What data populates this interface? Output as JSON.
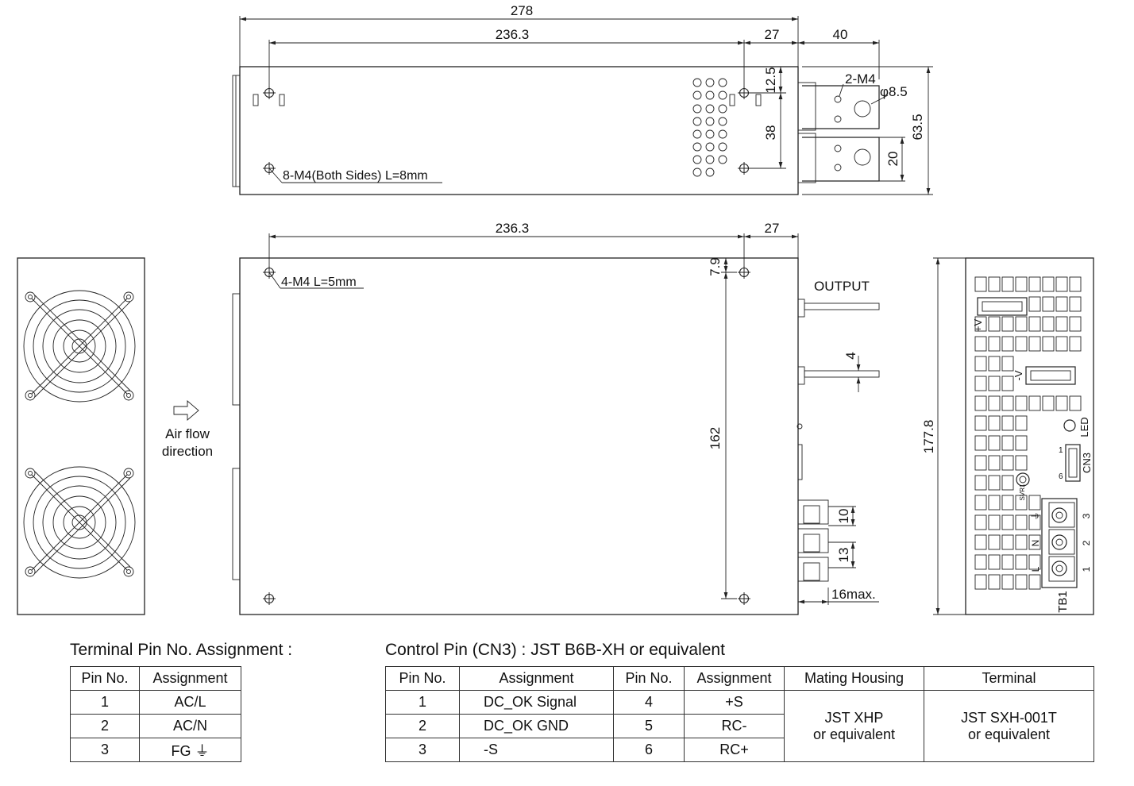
{
  "drawing": {
    "top_view": {
      "dims": {
        "overall": "278",
        "holes": "236.3",
        "end": "27",
        "terminal_len": "40",
        "h1": "12.5",
        "h2": "38",
        "h3": "20",
        "height": "63.5",
        "bore": "φ8.5"
      },
      "labels": {
        "mount": "8-M4(Both Sides) L=8mm",
        "term_screws": "2-M4"
      }
    },
    "side_view": {
      "dims": {
        "holes": "236.3",
        "end": "27",
        "offset": "7.9",
        "span": "162",
        "pin_w": "4",
        "p1": "10",
        "p2": "13",
        "max": "16max."
      },
      "labels": {
        "mount": "4-M4 L=5mm",
        "output": "OUTPUT"
      }
    },
    "fan_view": {
      "airflow": [
        "Air flow",
        "direction"
      ]
    },
    "front_view": {
      "dims": {
        "height": "177.8"
      },
      "labels": {
        "vplus": "+V",
        "vminus": "-V",
        "led": "LED",
        "cn3": "CN3",
        "pin1": "1",
        "pin6": "6",
        "svr": "SVR1",
        "tb1": "TB1",
        "tb_pins": [
          "3",
          "2",
          "1"
        ],
        "tb_sig": [
          "⏚",
          "N",
          "L"
        ]
      }
    }
  },
  "terminal_table": {
    "title": "Terminal Pin No. Assignment :",
    "headers": [
      "Pin No.",
      "Assignment"
    ],
    "rows": [
      {
        "pin": "1",
        "assign": "AC/L"
      },
      {
        "pin": "2",
        "assign": "AC/N"
      },
      {
        "pin": "3",
        "assign": "FG ⏚"
      }
    ]
  },
  "control_table": {
    "title": "Control Pin (CN3) : JST B6B-XH or equivalent",
    "headers": [
      "Pin No.",
      "Assignment",
      "Pin No.",
      "Assignment",
      "Mating Housing",
      "Terminal"
    ],
    "rows": [
      {
        "pin_a": "1",
        "assign_a": "DC_OK Signal",
        "pin_b": "4",
        "assign_b": "+S"
      },
      {
        "pin_a": "2",
        "assign_a": "DC_OK GND",
        "pin_b": "5",
        "assign_b": "RC-"
      },
      {
        "pin_a": "3",
        "assign_a": "-S",
        "pin_b": "6",
        "assign_b": "RC+"
      }
    ],
    "housing": [
      "JST XHP",
      "or equivalent"
    ],
    "terminal": [
      "JST SXH-001T",
      "or equivalent"
    ]
  }
}
